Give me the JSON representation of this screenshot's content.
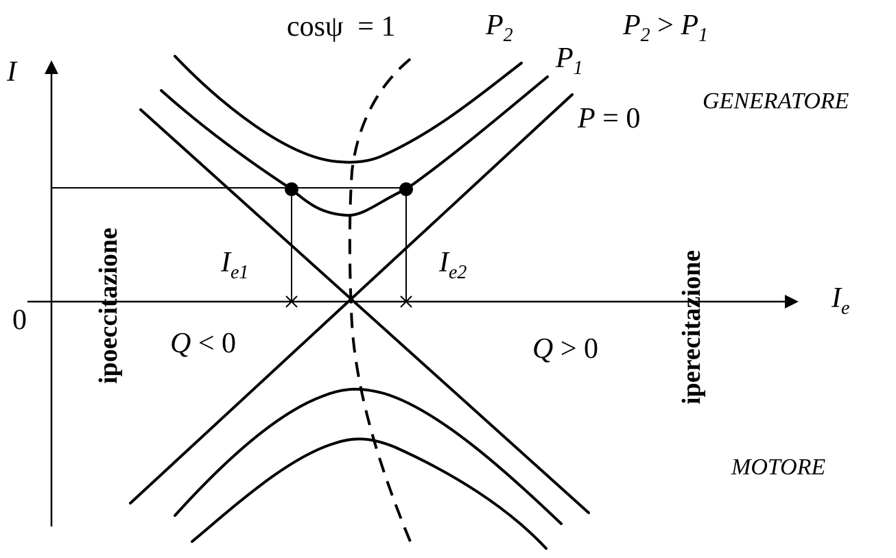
{
  "labels": {
    "y_axis": "I",
    "x_axis_main": "I",
    "x_axis_sub": "e",
    "origin": "0",
    "cos_label": "cosψ  = 1",
    "p2_main": "P",
    "p2_sub": "2",
    "p1_main": "P",
    "p1_sub": "1",
    "p2_gt_p1_a_main": "P",
    "p2_gt_p1_a_sub": "2",
    "p2_gt_p1_op": " > ",
    "p2_gt_p1_b_main": "P",
    "p2_gt_p1_b_sub": "1",
    "p_zero_main": "P",
    "p_zero_rest": " = 0",
    "generatore": "GENERATORE",
    "motore": "MOTORE",
    "ipoeccitazione": "ipoeccitazione",
    "iperecccitazione": "iperecitazione",
    "ie1_main": "I",
    "ie1_sub": "e1",
    "ie2_main": "I",
    "ie2_sub": "e2",
    "q_neg_main": "Q",
    "q_neg_rest": " < 0",
    "q_pos_main": "Q",
    "q_pos_rest": " > 0"
  },
  "colors": {
    "ink": "#000000",
    "background": "#ffffff"
  }
}
